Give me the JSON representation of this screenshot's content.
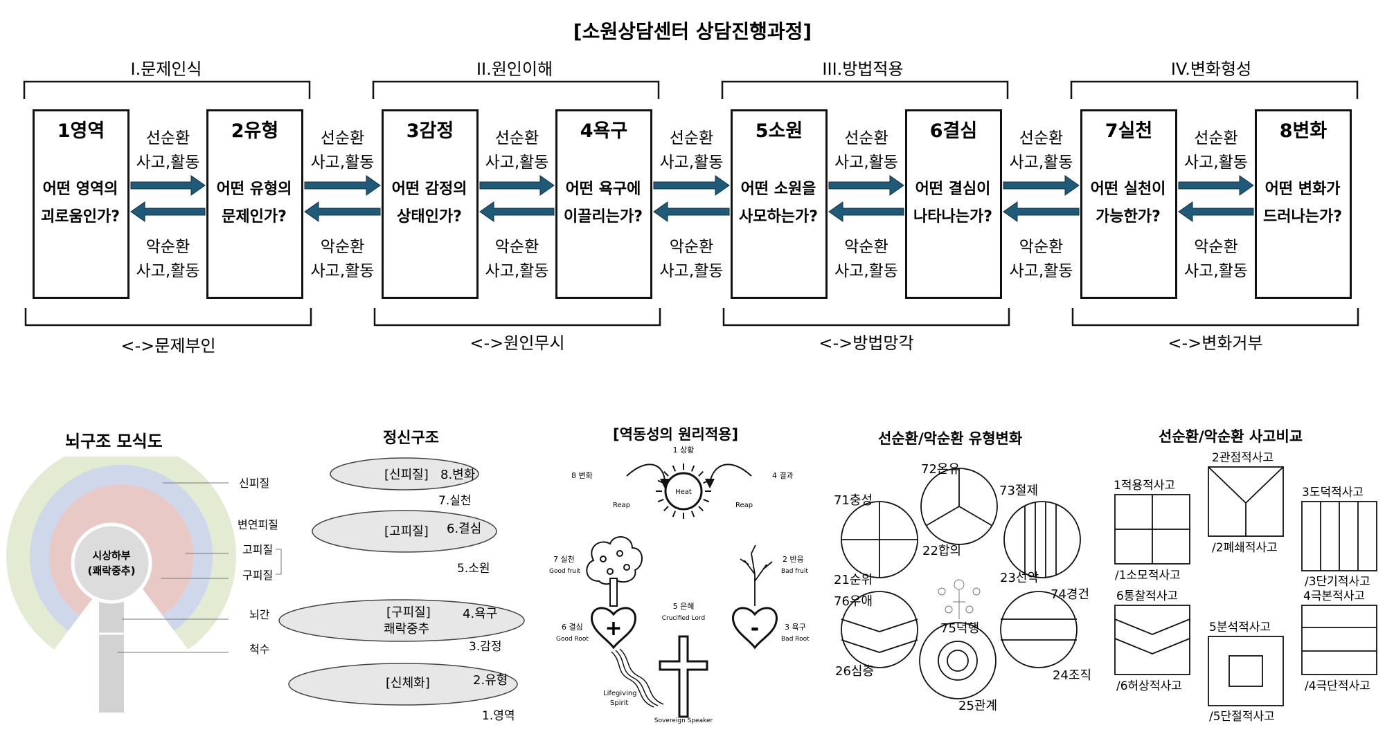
{
  "title": "[소원상담센터 상담진행과정]",
  "phases": [
    {
      "label": "I.문제인식",
      "negative": "<->문제부인"
    },
    {
      "label": "II.원인이해",
      "negative": "<->원인무시"
    },
    {
      "label": "III.방법적용",
      "negative": "<->방법망각"
    },
    {
      "label": "IV.변화형성",
      "negative": "<->변화거부"
    }
  ],
  "stages": [
    {
      "name": "1영역",
      "question": "어떤 영역의 괴로움인가?"
    },
    {
      "name": "2유형",
      "question": "어떤 유형의 문제인가?"
    },
    {
      "name": "3감정",
      "question": "어떤 감정의 상태인가?"
    },
    {
      "name": "4욕구",
      "question": "어떤 욕구에 이끌리는가?"
    },
    {
      "name": "5소원",
      "question": "어떤 소원을 사모하는가?"
    },
    {
      "name": "6결심",
      "question": "어떤 결심이 나타나는가?"
    },
    {
      "name": "7실천",
      "question": "어떤 실천이 가능한가?"
    },
    {
      "name": "8변화",
      "question": "어떤 변화가 드러나는가?"
    }
  ],
  "arrow_labels": {
    "positive_top": "선순환",
    "positive_bottom": "사고,활동",
    "negative_top": "악순환",
    "negative_bottom": "사고,활동"
  },
  "colors": {
    "arrow": "#1f5a78",
    "outer_ring": "#e3ebd3",
    "mid_ring": "#cfd8ea",
    "inner_ring": "#e9c9c6",
    "stem": "#d2d2d2"
  },
  "brain": {
    "title": "뇌구조 모식도",
    "center_line1": "시상하부",
    "center_line2": "(쾌락중추)",
    "labels": [
      "신피질",
      "변연피질",
      "고피질",
      "구피질",
      "뇌간",
      "척수"
    ]
  },
  "mind": {
    "title": "정신구조",
    "ellipses": [
      {
        "tag": "[신피질]",
        "value": "8.변화",
        "below": "7.실천"
      },
      {
        "tag": "[고피질]",
        "value": "6.결심",
        "below": "5.소원"
      },
      {
        "tag": "[구피질]",
        "tag2": "쾌락중추",
        "value": "4.욕구",
        "below": "3.감정"
      },
      {
        "tag": "[신체화]",
        "value": "2.유형",
        "below": "1.영역"
      }
    ]
  },
  "reverse": {
    "title": "[역동성의 원리적용]",
    "top": "1 상황",
    "heat": "Heat",
    "left_top": "8 변화",
    "right_top": "4 결과",
    "reap_left": "Reap",
    "reap_right": "Reap",
    "practice": "7 실천",
    "good_fruit": "Good fruit",
    "reaction": "2 반응",
    "bad_fruit": "Bad fruit",
    "resolve": "6 결심",
    "good_root": "Good Root",
    "desire": "3 욕구",
    "bad_root": "Bad Root",
    "grace": "5 은혜",
    "crucified": "Crucified Lord",
    "lifegiving1": "Lifegiving",
    "lifegiving2": "Spirit",
    "speaker": "Sovereign Speaker",
    "plus": "+",
    "minus": "-"
  },
  "cycle_types": {
    "title": "선순환/악순환 유형변화",
    "labels": [
      "72온유",
      "73절제",
      "71충성",
      "22합의",
      "21순위",
      "23선악",
      "76우애",
      "74경건",
      "75덕행",
      "26심층",
      "24조직",
      "25관계"
    ]
  },
  "thinking": {
    "title": "선순환/악순환 사고비교",
    "labels": [
      "2관점적사고",
      "1적용적사고",
      "3도덕적사고",
      "/2폐쇄적사고",
      "/1소모적사고",
      "/3단기적사고",
      "6통찰적사고",
      "4극본적사고",
      "5분석적사고",
      "/6허상적사고",
      "/4극단적사고",
      "/5단절적사고"
    ]
  }
}
